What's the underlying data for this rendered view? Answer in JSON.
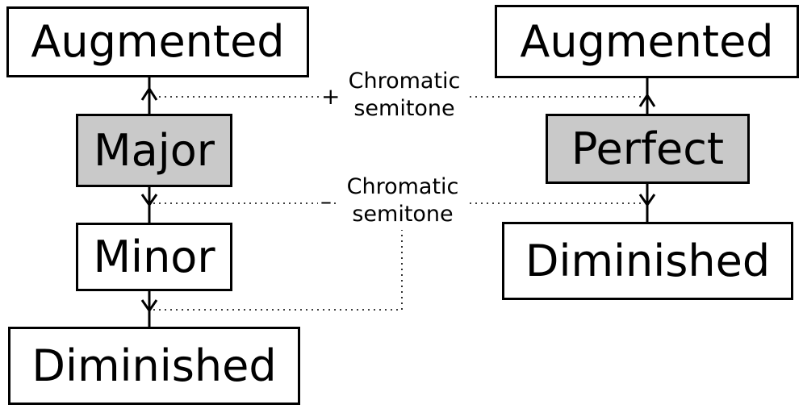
{
  "major_column": {
    "augmented": "Augmented",
    "major": "Major",
    "minor": "Minor",
    "diminished": "Diminished"
  },
  "perfect_column": {
    "augmented": "Augmented",
    "perfect": "Perfect",
    "diminished": "Diminished"
  },
  "connectors": {
    "raise": {
      "sign": "+",
      "line1": "Chromatic",
      "line2": "semitone"
    },
    "lower": {
      "sign": "–",
      "line1": "Chromatic",
      "line2": "semitone"
    }
  },
  "colors": {
    "line": "#000000",
    "center_fill": "#c9c9c9",
    "box_fill": "#ffffff"
  }
}
